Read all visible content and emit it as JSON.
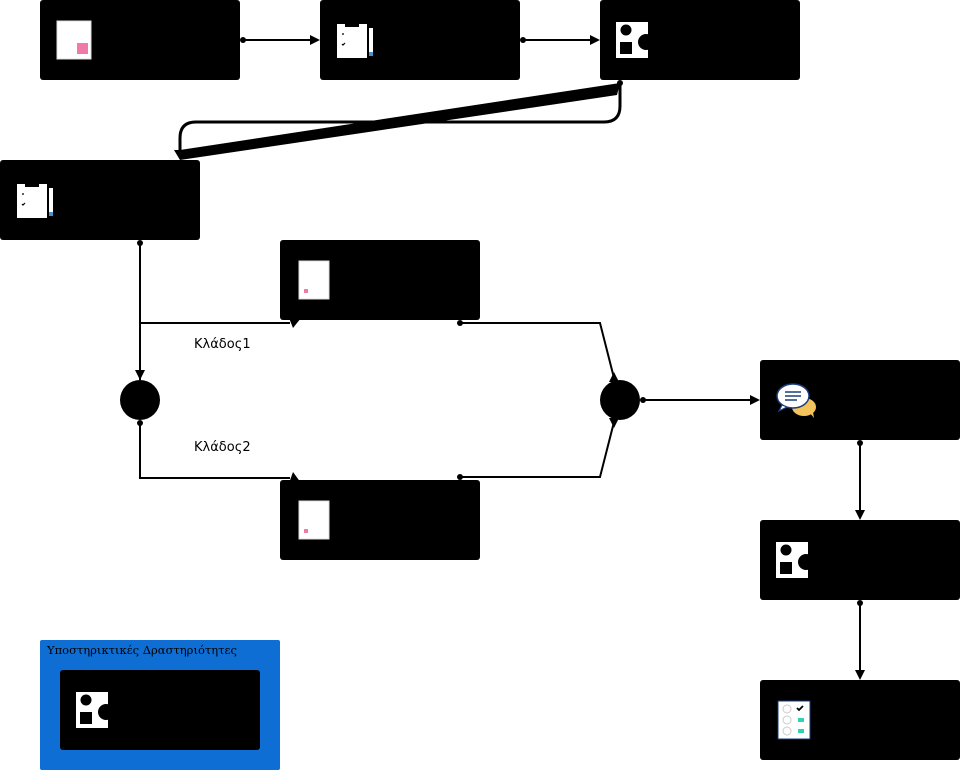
{
  "branches": {
    "branch1_label": "Κλάδος1",
    "branch2_label": "Κλάδος2"
  },
  "support_group": {
    "title": "Υποστηρικτικές Δραστηριότητες"
  },
  "nodes": [
    {
      "id": "n1",
      "icon": "document-icon"
    },
    {
      "id": "n2",
      "icon": "clipboard-pencil-icon"
    },
    {
      "id": "n3",
      "icon": "shapes-icon"
    },
    {
      "id": "n4",
      "icon": "clipboard-pencil-icon"
    },
    {
      "id": "n5",
      "icon": "document-icon"
    },
    {
      "id": "n6",
      "icon": "document-icon"
    },
    {
      "id": "n7",
      "icon": "chat-bubbles-icon"
    },
    {
      "id": "n8",
      "icon": "shapes-icon"
    },
    {
      "id": "n9",
      "icon": "checklist-icon"
    },
    {
      "id": "n10",
      "icon": "shapes-icon"
    }
  ],
  "colors": {
    "node_fill": "#000000",
    "group_fill": "#0e6ed4",
    "document_accent": "#f07aa8",
    "chat_accent": "#f5c35b",
    "checklist_accent": "#2fd3b1",
    "pencil_accent": "#4a90c8"
  }
}
